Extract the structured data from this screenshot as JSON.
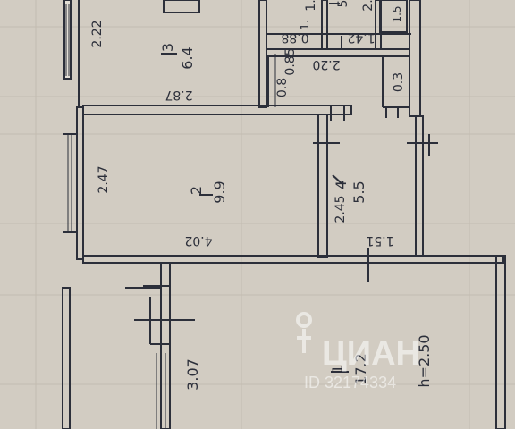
{
  "floor_plan": {
    "rooms": [
      {
        "number": "1",
        "area": "17.2"
      },
      {
        "number": "2",
        "area": "9.9"
      },
      {
        "number": "3",
        "area": "6.4"
      },
      {
        "number": "4",
        "area": "5.5"
      },
      {
        "number": "5",
        "area": "2."
      },
      {
        "number": "",
        "area": "1."
      }
    ],
    "dimensions": {
      "d_2_22": "2.22",
      "d_2_87": "2.87",
      "d_0_88": "0.88",
      "d_1_42": "1.42",
      "d_0_8": "0.8",
      "d_2_20": "2.20",
      "d_0_85": "0.85",
      "d_0_3": "0.3",
      "d_2_47": "2.47",
      "d_2_45": "2.45",
      "d_4_02": "4.02",
      "d_1_51": "1.51",
      "d_3_07": "3.07",
      "ceiling_height": "h=2.50",
      "d_1_top": "1.",
      "d_1_5_top": "1.5"
    }
  },
  "watermark": {
    "brand": "ЦИАН",
    "id_text": "ID 32174334"
  },
  "colors": {
    "paper": "#d2ccc2",
    "ink": "#2c2f3a",
    "wall_fill": "#e4dfd6",
    "grid": "#b9b2a7",
    "watermark": "#ffffff"
  }
}
